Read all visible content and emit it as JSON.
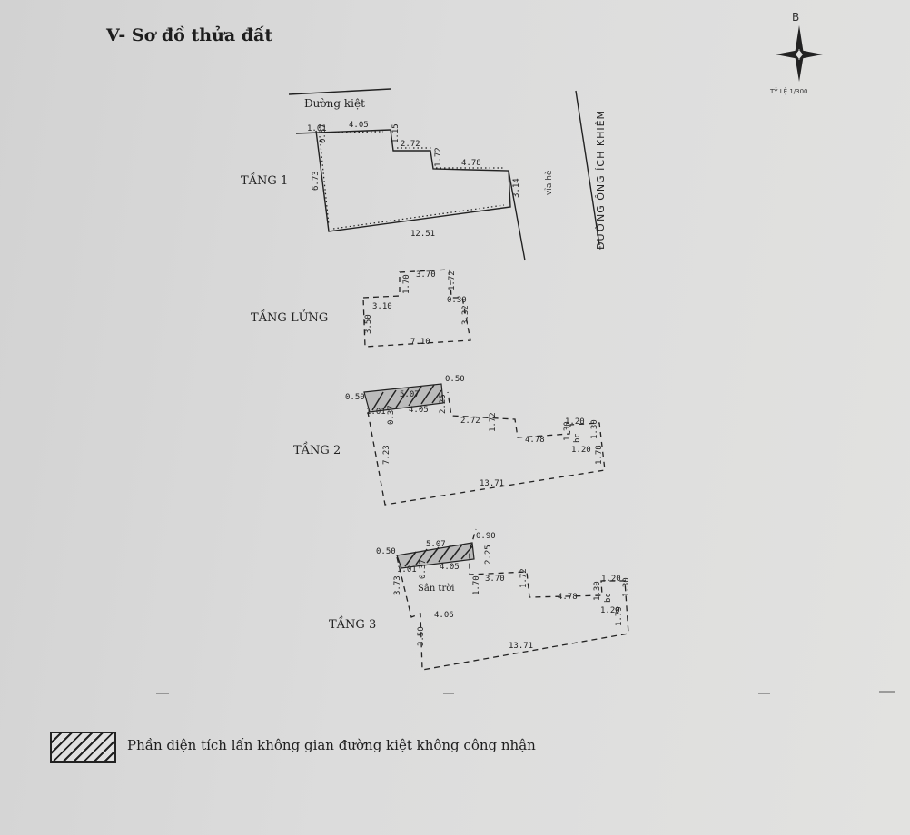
{
  "header": {
    "title": "V- Sơ đồ thửa đất"
  },
  "compass": {
    "north_letter": "B",
    "scale": "TỶ LỆ 1/300"
  },
  "labels": {
    "road_alley": "Đường kiệt",
    "street": "ĐƯỜNG ÔNG ÍCH KHIÊM",
    "sidewalk": "vỉa hè",
    "terrace": "Sân trời"
  },
  "floors": {
    "f1": {
      "name": "TẦNG 1",
      "dims": [
        "1.01",
        "0.37",
        "4.05",
        "1.15",
        "2.72",
        "1.72",
        "4.78",
        "3.14",
        "6.73",
        "12.51"
      ]
    },
    "mezz": {
      "name": "TẦNG LỬNG",
      "dims": [
        "1.70",
        "3.70",
        "1.72",
        "3.10",
        "0.30",
        "3.32",
        "3.50",
        "7.10"
      ]
    },
    "f2": {
      "name": "TẦNG 2",
      "dims": [
        "0.50",
        "5.07",
        "0.50",
        "1.01",
        "0.37",
        "4.05",
        "2.25",
        "2.72",
        "1.72",
        "1.20",
        "1.30",
        "4.78",
        "1.30",
        "bc",
        "1.20",
        "1.78",
        "7.23",
        "13.71"
      ]
    },
    "f3": {
      "name": "TẦNG 3",
      "dims": [
        "0.50",
        "5.07",
        "0.90",
        "1.01",
        "0.37",
        "4.05",
        "2.25",
        "3.70",
        "1.72",
        "1.70",
        "1.20",
        "1.30",
        "4.78",
        "1.30",
        "bc",
        "1.20",
        "1.79",
        "3.73",
        "4.06",
        "3.50",
        "13.71"
      ]
    }
  },
  "legend": {
    "text": "Phần diện tích lấn không gian đường kiệt không công nhận"
  },
  "colors": {
    "ink": "#222222",
    "paper": "#dcdcdc"
  }
}
